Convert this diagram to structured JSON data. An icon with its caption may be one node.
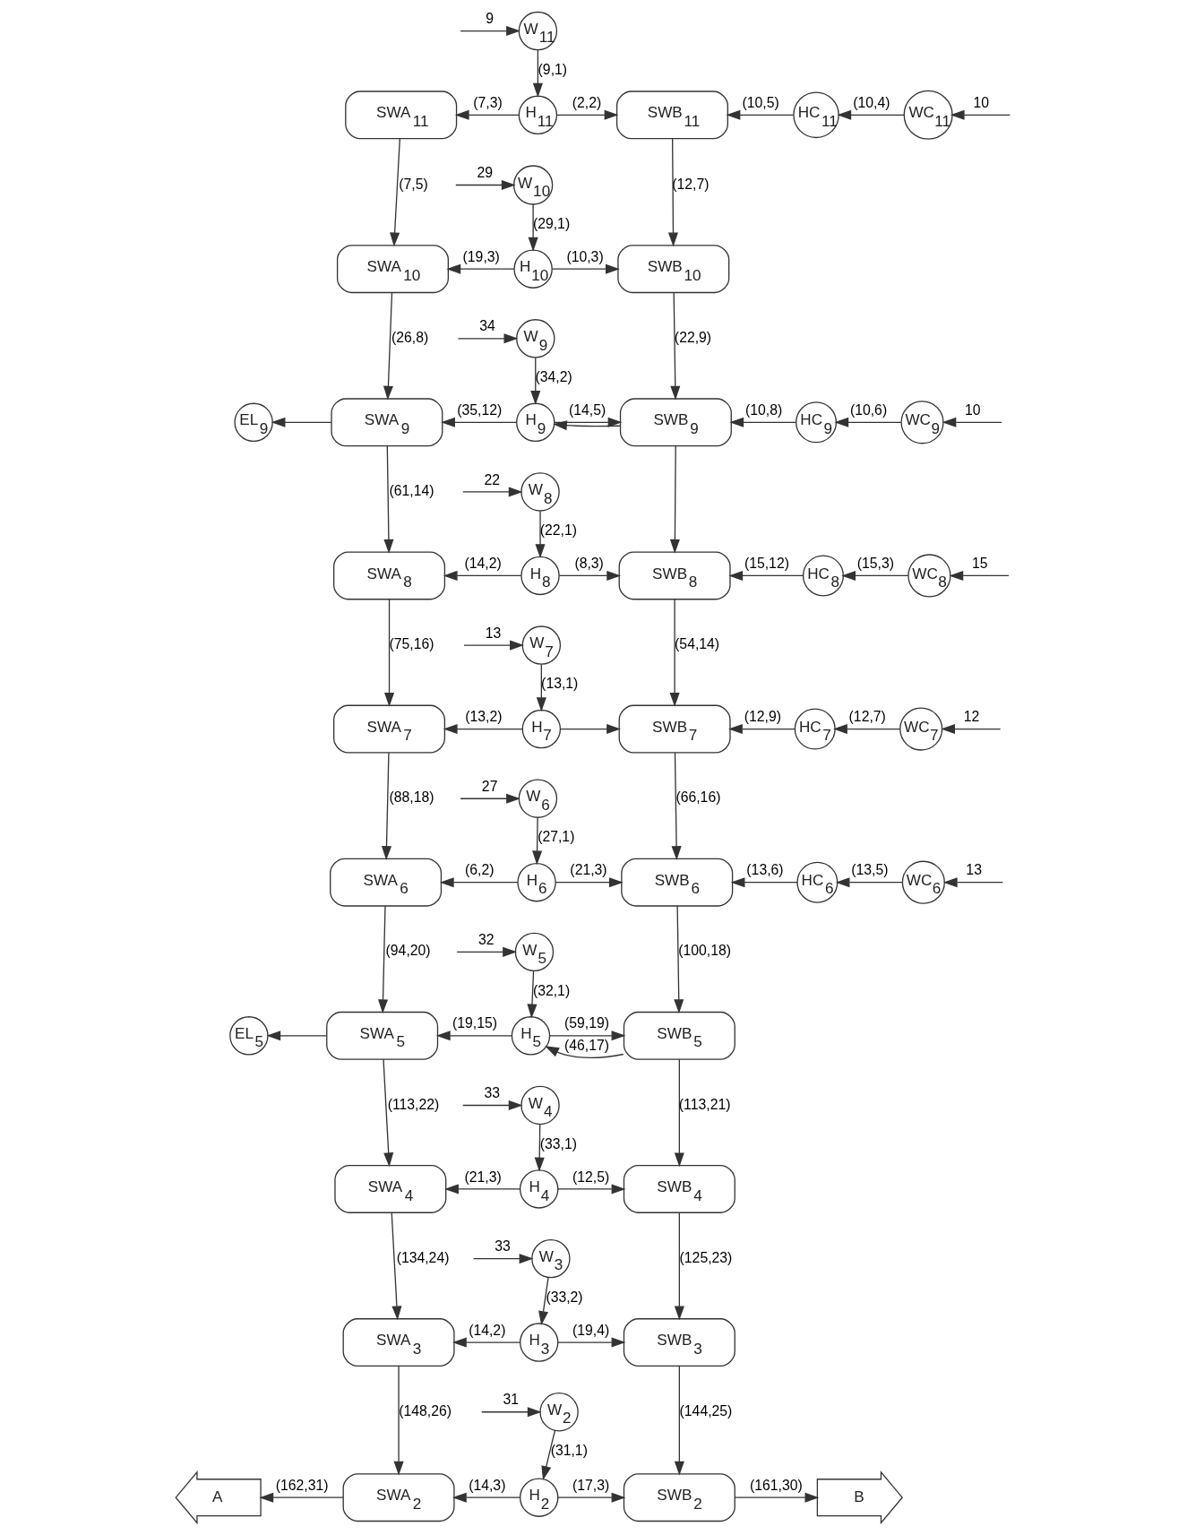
{
  "diagram": {
    "nodes": [
      {
        "text": [
          "W$_{11}$"
        ]
      },
      {
        "text": [
          "SWA$_{11}$"
        ]
      },
      {
        "text": [
          "H$_{11}$"
        ]
      },
      {
        "text": [
          "SWB$_{11}$"
        ]
      },
      {
        "text": [
          "HC$_{11}$"
        ]
      },
      {
        "text": [
          "WC$_{11}$"
        ]
      },
      {
        "text": [
          "W$_{10}$"
        ]
      },
      {
        "text": [
          "SWA$_{10}$"
        ]
      },
      {
        "text": [
          "H$_{10}$"
        ]
      },
      {
        "text": [
          "SWB$_{10}$"
        ]
      },
      {
        "text": [
          "W$_{9}$"
        ]
      },
      {
        "text": [
          "EL$_{9}$"
        ]
      },
      {
        "text": [
          "SWA$_{9}$"
        ]
      },
      {
        "text": [
          "H$_{9}$"
        ]
      },
      {
        "text": [
          "SWB$_{9}$"
        ]
      },
      {
        "text": [
          "HC$_{9}$"
        ]
      },
      {
        "text": [
          "WC$_{9}$"
        ]
      },
      {
        "text": [
          "W$_{8}$"
        ]
      },
      {
        "text": [
          "SWA$_{8}$"
        ]
      },
      {
        "text": [
          "H$_{8}$"
        ]
      },
      {
        "text": [
          "SWB$_{8}$"
        ]
      },
      {
        "text": [
          "HC$_{8}$"
        ]
      },
      {
        "text": [
          "WC$_{8}$"
        ]
      },
      {
        "text": [
          "W$_{7}$"
        ]
      },
      {
        "text": [
          "SWA$_{7}$"
        ]
      },
      {
        "text": [
          "H$_{7}$"
        ]
      },
      {
        "text": [
          "SWB$_{7}$"
        ]
      },
      {
        "text": [
          "HC$_{7}$"
        ]
      },
      {
        "text": [
          "WC$_{7}$"
        ]
      },
      {
        "text": [
          "W$_{6}$"
        ]
      },
      {
        "text": [
          "SWA$_{6}$"
        ]
      },
      {
        "text": [
          "H$_{6}$"
        ]
      },
      {
        "text": [
          "SWB$_{6}$"
        ]
      },
      {
        "text": [
          "HC$_{6}$"
        ]
      },
      {
        "text": [
          "WC$_{6}$"
        ]
      },
      {
        "text": [
          "W$_{5}$"
        ]
      },
      {
        "text": [
          "EL$_{5}$"
        ]
      },
      {
        "text": [
          "SWA$_{5}$"
        ]
      },
      {
        "text": [
          "H$_{5}$"
        ]
      },
      {
        "text": [
          "SWB$_{5}$"
        ]
      },
      {
        "text": [
          "W$_{4}$"
        ]
      },
      {
        "text": [
          "SWA$_{4}$"
        ]
      },
      {
        "text": [
          "H$_{4}$"
        ]
      },
      {
        "text": [
          "SWB$_{4}$"
        ]
      },
      {
        "text": [
          "W$_{3}$"
        ]
      },
      {
        "text": [
          "SWA$_{3}$"
        ]
      },
      {
        "text": [
          "H$_{3}$"
        ]
      },
      {
        "text": [
          "SWB$_{3}$"
        ]
      },
      {
        "text": [
          "W$_{2}$"
        ]
      },
      {
        "text": [
          "A"
        ]
      },
      {
        "text": [
          "SWA$_{2}$"
        ]
      },
      {
        "text": [
          "H$_{2}$"
        ]
      },
      {
        "text": [
          "SWB$_{2}$"
        ]
      },
      {
        "text": [
          "B"
        ]
      }
    ],
    "edges": [
      {
        "from": null,
        "to": 0,
        "arrow": "to",
        "label": "9"
      },
      {
        "from": 0,
        "to": 2,
        "arrow": "to",
        "label": "(9,1)"
      },
      {
        "from": 2,
        "to": 1,
        "arrow": "to",
        "label": "(7,3)"
      },
      {
        "from": 2,
        "to": 3,
        "arrow": "to",
        "label": "(2,2)"
      },
      {
        "from": null,
        "to": 5,
        "arrow": "to",
        "label": "10"
      },
      {
        "from": 5,
        "to": 4,
        "arrow": "to",
        "label": "(10,4)"
      },
      {
        "from": 4,
        "to": 3,
        "arrow": "to",
        "label": "(10,5)"
      },
      {
        "from": 1,
        "to": 7,
        "arrow": "to",
        "label": "(7,5)"
      },
      {
        "from": 3,
        "to": 9,
        "arrow": "to",
        "label": "(12,7)"
      },
      {
        "from": null,
        "to": 6,
        "arrow": "to",
        "label": "29"
      },
      {
        "from": 6,
        "to": 8,
        "arrow": "to",
        "label": "(29,1)"
      },
      {
        "from": 8,
        "to": 7,
        "arrow": "to",
        "label": "(19,3)"
      },
      {
        "from": 8,
        "to": 9,
        "arrow": "to",
        "label": "(10,3)"
      },
      {
        "from": 7,
        "to": 12,
        "arrow": "to",
        "label": "(26,8)"
      },
      {
        "from": 9,
        "to": 14,
        "arrow": "to",
        "label": "(22,9)"
      },
      {
        "from": null,
        "to": 10,
        "arrow": "to",
        "label": "34"
      },
      {
        "from": 10,
        "to": 13,
        "arrow": "to",
        "label": "(34,2)"
      },
      {
        "from": 12,
        "to": 11,
        "arrow": "to"
      },
      {
        "from": 13,
        "to": 12,
        "arrow": "to",
        "label": "(35,12)"
      },
      {
        "from": 13,
        "to": 14,
        "arrow": "to",
        "label": "(14,5)"
      },
      {
        "from": 14,
        "to": 13,
        "arrow": "to"
      },
      {
        "from": null,
        "to": 16,
        "arrow": "to",
        "label": "10"
      },
      {
        "from": 16,
        "to": 15,
        "arrow": "to",
        "label": "(10,6)"
      },
      {
        "from": 15,
        "to": 14,
        "arrow": "to",
        "label": "(10,8)"
      },
      {
        "from": 12,
        "to": 18,
        "arrow": "to",
        "label": "(61,14)"
      },
      {
        "from": 14,
        "to": 20,
        "arrow": "to"
      },
      {
        "from": null,
        "to": 17,
        "arrow": "to",
        "label": "22"
      },
      {
        "from": 17,
        "to": 19,
        "arrow": "to",
        "label": "(22,1)"
      },
      {
        "from": 19,
        "to": 18,
        "arrow": "to",
        "label": "(14,2)"
      },
      {
        "from": 19,
        "to": 20,
        "arrow": "to",
        "label": "(8,3)"
      },
      {
        "from": null,
        "to": 22,
        "arrow": "to",
        "label": "15"
      },
      {
        "from": 22,
        "to": 21,
        "arrow": "to",
        "label": "(15,3)"
      },
      {
        "from": 21,
        "to": 20,
        "arrow": "to",
        "label": "(15,12)"
      },
      {
        "from": 18,
        "to": 24,
        "arrow": "to",
        "label": "(75,16)"
      },
      {
        "from": 20,
        "to": 26,
        "arrow": "to",
        "label": "(54,14)"
      },
      {
        "from": null,
        "to": 23,
        "arrow": "to",
        "label": "13"
      },
      {
        "from": 23,
        "to": 25,
        "arrow": "to",
        "label": "(13,1)"
      },
      {
        "from": 25,
        "to": 24,
        "arrow": "to",
        "label": "(13,2)"
      },
      {
        "from": 25,
        "to": 26,
        "arrow": "to"
      },
      {
        "from": null,
        "to": 28,
        "arrow": "to",
        "label": "12"
      },
      {
        "from": 28,
        "to": 27,
        "arrow": "to",
        "label": "(12,7)"
      },
      {
        "from": 27,
        "to": 26,
        "arrow": "to",
        "label": "(12,9)"
      },
      {
        "from": 24,
        "to": 30,
        "arrow": "to",
        "label": "(88,18)"
      },
      {
        "from": 26,
        "to": 32,
        "arrow": "to",
        "label": "(66,16)"
      },
      {
        "from": null,
        "to": 29,
        "arrow": "to",
        "label": "27"
      },
      {
        "from": 29,
        "to": 31,
        "arrow": "to",
        "label": "(27,1)"
      },
      {
        "from": 31,
        "to": 30,
        "arrow": "to",
        "label": "(6,2)"
      },
      {
        "from": 31,
        "to": 32,
        "arrow": "to",
        "label": "(21,3)"
      },
      {
        "from": null,
        "to": 34,
        "arrow": "to",
        "label": "13"
      },
      {
        "from": 34,
        "to": 33,
        "arrow": "to",
        "label": "(13,5)"
      },
      {
        "from": 33,
        "to": 32,
        "arrow": "to",
        "label": "(13,6)"
      },
      {
        "from": 30,
        "to": 37,
        "arrow": "to",
        "label": "(94,20)"
      },
      {
        "from": 32,
        "to": 39,
        "arrow": "to",
        "label": "(100,18)"
      },
      {
        "from": null,
        "to": 35,
        "arrow": "to",
        "label": "32"
      },
      {
        "from": 35,
        "to": 38,
        "arrow": "to",
        "label": "(32,1)"
      },
      {
        "from": 37,
        "to": 36,
        "arrow": "to"
      },
      {
        "from": 38,
        "to": 37,
        "arrow": "to",
        "label": "(19,15)"
      },
      {
        "from": 38,
        "to": 39,
        "arrow": "to",
        "label": "(59,19)"
      },
      {
        "from": 39,
        "to": 38,
        "arrow": "to",
        "label": "(46,17)"
      },
      {
        "from": 37,
        "to": 41,
        "arrow": "to",
        "label": "(113,22)"
      },
      {
        "from": 39,
        "to": 43,
        "arrow": "to",
        "label": "(113,21)"
      },
      {
        "from": null,
        "to": 40,
        "arrow": "to",
        "label": "33"
      },
      {
        "from": 40,
        "to": 42,
        "arrow": "to",
        "label": "(33,1)"
      },
      {
        "from": 42,
        "to": 41,
        "arrow": "to",
        "label": "(21,3)"
      },
      {
        "from": 42,
        "to": 43,
        "arrow": "to",
        "label": "(12,5)"
      },
      {
        "from": 41,
        "to": 45,
        "arrow": "to",
        "label": "(134,24)"
      },
      {
        "from": 43,
        "to": 47,
        "arrow": "to",
        "label": "(125,23)"
      },
      {
        "from": null,
        "to": 44,
        "arrow": "to",
        "label": "33"
      },
      {
        "from": 44,
        "to": 46,
        "arrow": "to",
        "label": "(33,2)"
      },
      {
        "from": 46,
        "to": 45,
        "arrow": "to",
        "label": "(14,2)"
      },
      {
        "from": 46,
        "to": 47,
        "arrow": "to",
        "label": "(19,4)"
      },
      {
        "from": 45,
        "to": 50,
        "arrow": "to",
        "label": "(148,26)"
      },
      {
        "from": 47,
        "to": 52,
        "arrow": "to",
        "label": "(144,25)"
      },
      {
        "from": null,
        "to": 48,
        "arrow": "to",
        "label": "31"
      },
      {
        "from": 48,
        "to": 51,
        "arrow": "to",
        "label": "(31,1)"
      },
      {
        "from": 51,
        "to": 50,
        "arrow": "to",
        "label": "(14,3)"
      },
      {
        "from": 51,
        "to": 52,
        "arrow": "to",
        "label": "(17,3)"
      },
      {
        "from": 50,
        "to": 49,
        "arrow": "to",
        "label": "(162,31)"
      },
      {
        "from": 52,
        "to": 53,
        "arrow": "to",
        "label": "(161,30)"
      }
    ]
  }
}
